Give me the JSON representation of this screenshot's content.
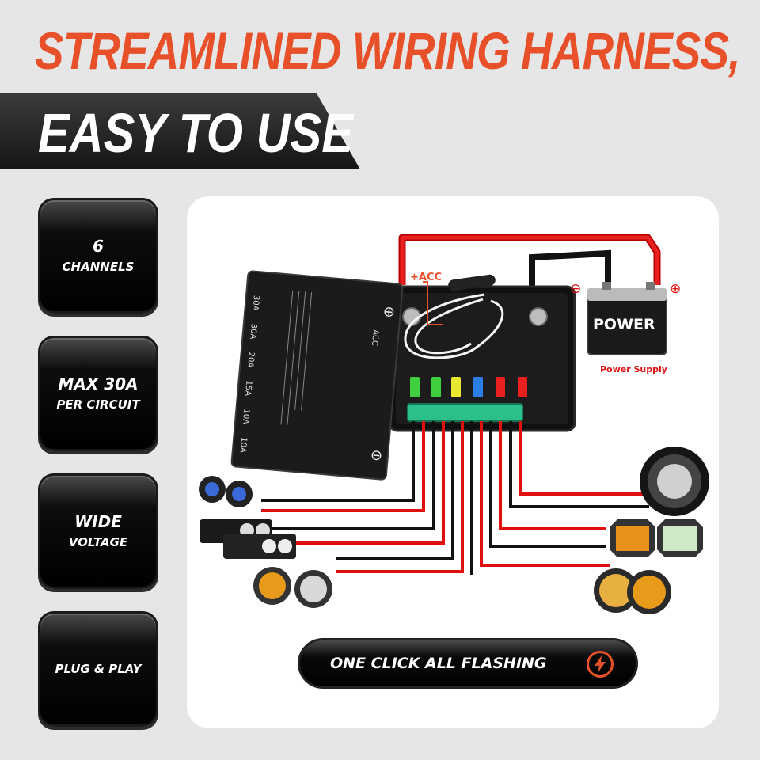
{
  "headline": "STREAMLINED WIRING HARNESS,",
  "subheadline": "EASY TO USE",
  "features": [
    {
      "big": "6",
      "small": "CHANNELS"
    },
    {
      "big": "MAX 30A",
      "small": "PER CIRCUIT"
    },
    {
      "big": "WIDE",
      "small": "VOLTAGE"
    },
    {
      "big": "",
      "small": "PLUG & PLAY"
    }
  ],
  "diagram": {
    "acc_label": "+ACC",
    "power_label": "POWER",
    "power_supply_label": "Power Supply",
    "minus_symbol": "⊖",
    "plus_symbol": "⊕",
    "lid_acc": "ACC",
    "fuse_ratings": [
      "30A",
      "30A",
      "20A",
      "15A",
      "10A",
      "10A"
    ]
  },
  "cta": {
    "label": "ONE CLICK ALL FLASHING"
  },
  "colors": {
    "accent": "#e8502a",
    "wire_red": "#e01010",
    "wire_black": "#111111"
  }
}
